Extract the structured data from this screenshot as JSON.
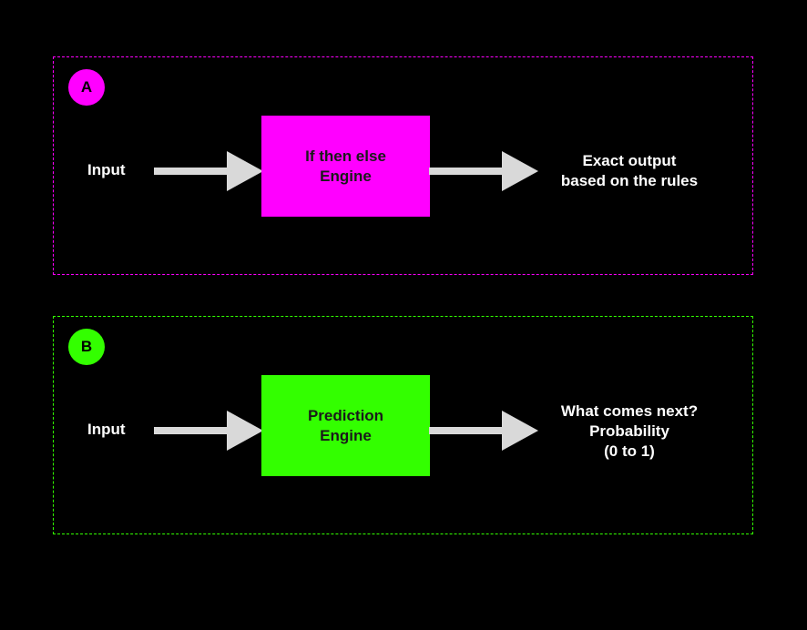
{
  "colors": {
    "background": "#000000",
    "rule_accent": "#ff00ff",
    "prediction_accent": "#33ff00",
    "arrow": "#d9d9d9",
    "text": "#ffffff",
    "engine_text": "#1a1a1a"
  },
  "panels": [
    {
      "badge": "A",
      "input_label": "Input",
      "engine_lines": [
        "If then else",
        "Engine"
      ],
      "output_lines": [
        "Exact output",
        "based on the rules"
      ]
    },
    {
      "badge": "B",
      "input_label": "Input",
      "engine_lines": [
        "Prediction",
        "Engine"
      ],
      "output_lines": [
        "What comes next?",
        "Probability",
        "(0 to 1)"
      ]
    }
  ]
}
